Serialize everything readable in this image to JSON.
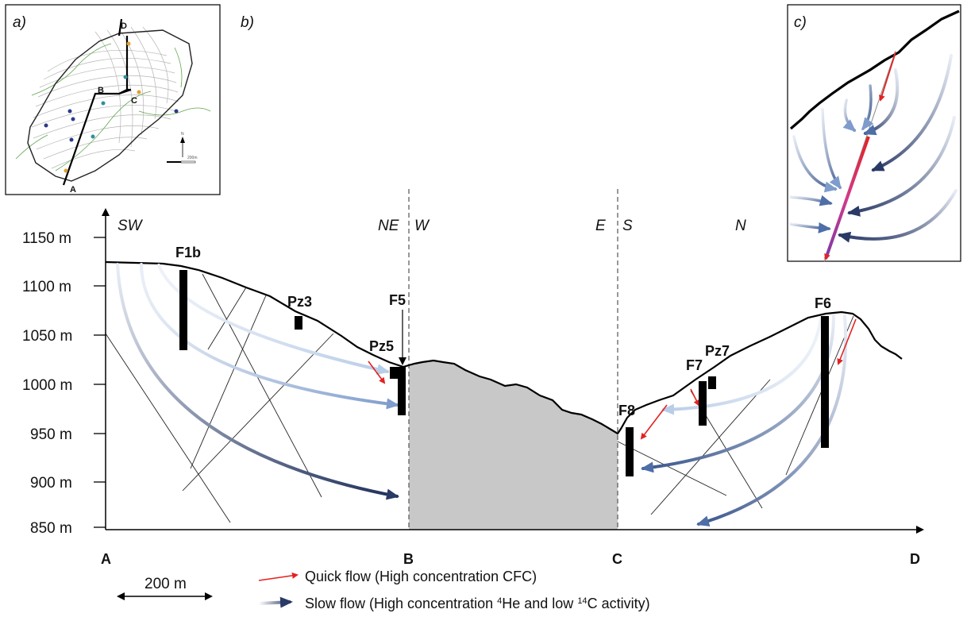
{
  "panels": {
    "a": "a)",
    "b": "b)",
    "c": "c)"
  },
  "axis": {
    "y_ticks": [
      "1150 m",
      "1100 m",
      "1050 m",
      "1000 m",
      "950 m",
      "900 m",
      "850 m"
    ],
    "x_points": [
      "A",
      "B",
      "C",
      "D"
    ]
  },
  "orientations": [
    "SW",
    "NE",
    "W",
    "E",
    "S",
    "N"
  ],
  "wells": [
    "F1b",
    "Pz3",
    "Pz5",
    "F5",
    "F8",
    "F7",
    "Pz7",
    "F6"
  ],
  "map": {
    "points": [
      "A",
      "B",
      "C",
      "D"
    ],
    "north": "N",
    "scale": "200m"
  },
  "scale_bar": "200 m",
  "legend": {
    "quick_flow": "Quick flow (High concentration CFC)",
    "slow_flow_pre": "Slow flow (High concentration ",
    "he_sup": "4",
    "slow_flow_mid": "He and low ",
    "c_sup": "14",
    "slow_flow_post": "C activity)"
  },
  "colors": {
    "quick_flow": "#e32222",
    "slow_flow_dark": "#1f2f5a",
    "slow_flow_light": "#c9daf0",
    "valley_fill": "#c8c8c8"
  }
}
